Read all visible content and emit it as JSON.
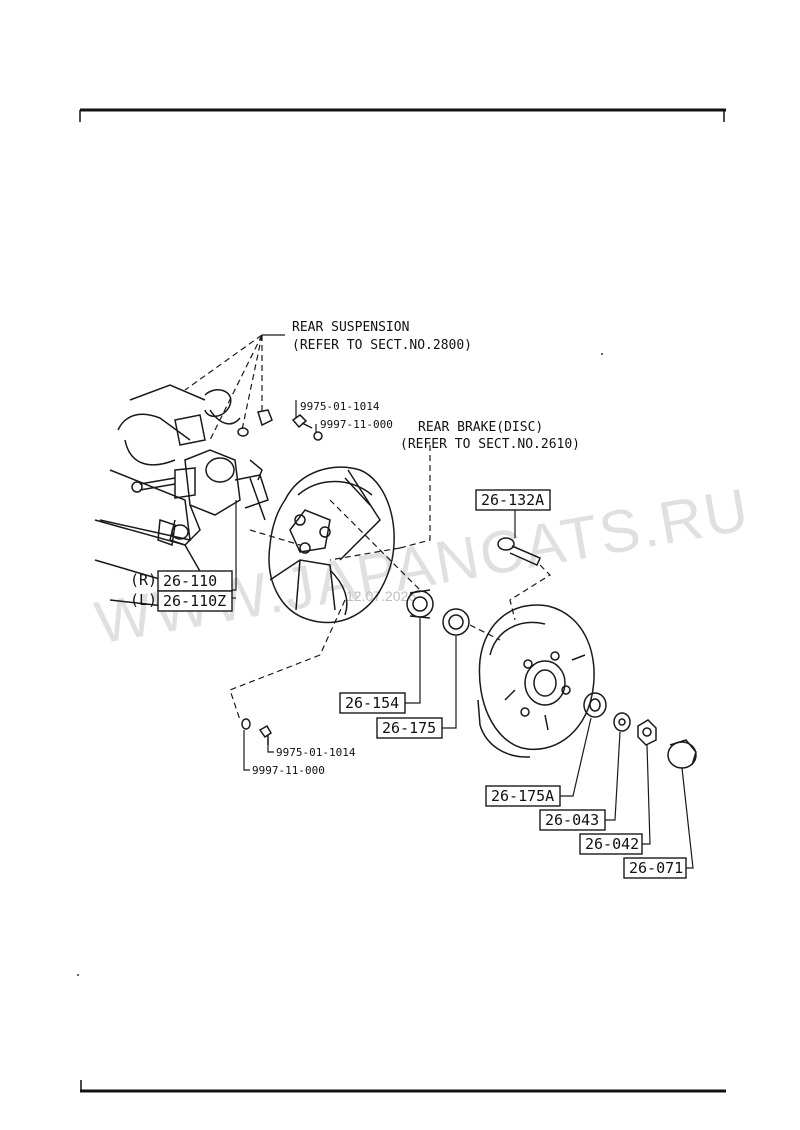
{
  "callouts": {
    "rear_suspension": "REAR SUSPENSION",
    "rear_suspension_ref": "(REFER TO SECT.NO.2800)",
    "rear_brake": "REAR BRAKE(DISC)",
    "rear_brake_ref": "(REFER TO SECT.NO.2610)"
  },
  "side_labels": {
    "right": "(R)",
    "left": "(L)"
  },
  "part_numbers": {
    "knuckle_r": "26-110",
    "knuckle_l": "26-110Z",
    "bolt": "26-132A",
    "bearing_inner": "26-154",
    "seal_inner": "26-175",
    "bearing_outer": "26-175A",
    "washer": "26-043",
    "nut": "26-042",
    "cap": "26-071"
  },
  "hardware": {
    "bolt_top": "9975-01-1014",
    "washer_top": "9997-11-000",
    "bolt_bottom": "9975-01-1014",
    "washer_bottom": "9997-11-000"
  },
  "watermark": {
    "text": "WWW.JAPANCATS.RU",
    "date": "12.07.2026"
  }
}
